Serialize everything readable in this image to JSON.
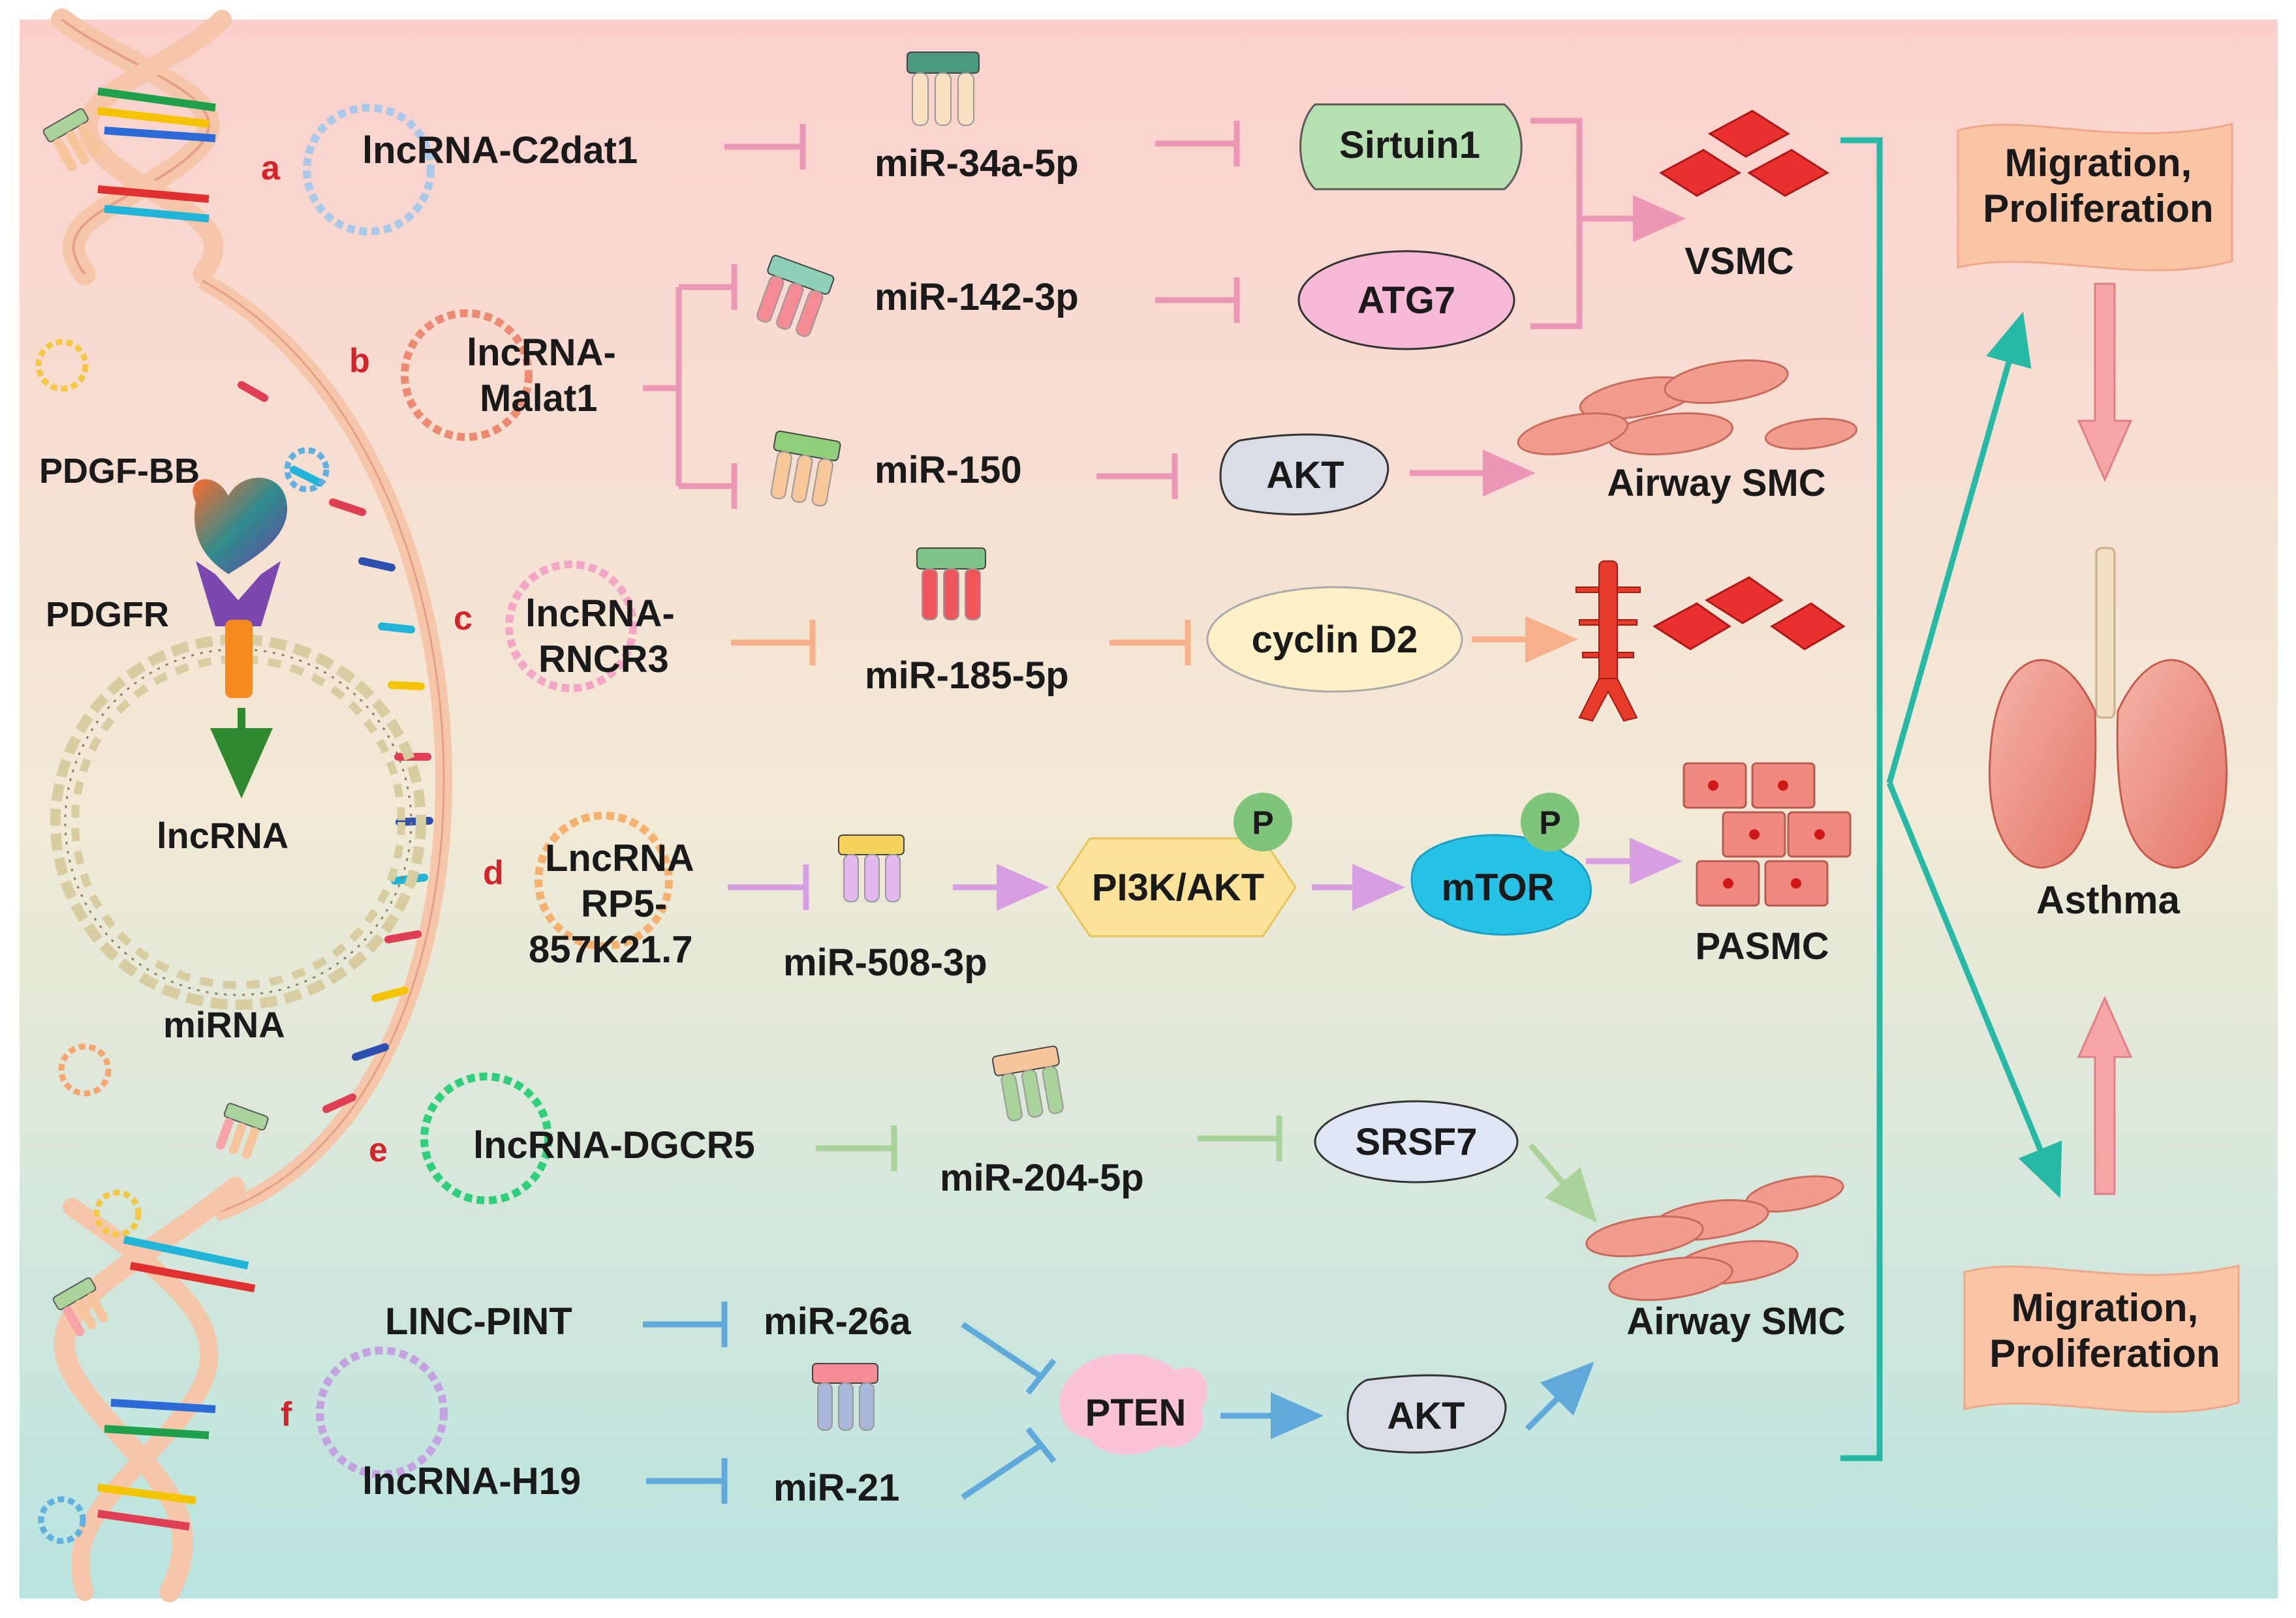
{
  "colors": {
    "bg_top": "#fbd3cf",
    "bg_mid": "#f3ecd8",
    "bg_bottom": "#bde6e2",
    "pink": "#ec97b5",
    "orange": "#f7b089",
    "violet": "#d79ee2",
    "green": "#a9d39a",
    "blue": "#5fa9db",
    "teal": "#25b9a6",
    "letter": "#d5232b",
    "smc": "#f29c8e",
    "red_cell": "#ea2f2f"
  },
  "labels": {
    "pdgf_bb": "PDGF-BB",
    "pdgfr": "PDGFR",
    "lncrna_center": "lncRNA",
    "mirna_center": "miRNA"
  },
  "rows": {
    "a": {
      "letter": "a",
      "lnc": "lncRNA-C2dat1",
      "mir": "miR-34a-5p",
      "target": "Sirtuin1"
    },
    "b": {
      "letter": "b",
      "lnc_line1": "lncRNA-",
      "lnc_line2": "Malat1",
      "mir1": "miR-142-3p",
      "target1": "ATG7",
      "mir2": "miR-150",
      "target2": "AKT",
      "cell_vsmc": "VSMC",
      "cell_airway": "Airway SMC"
    },
    "c": {
      "letter": "c",
      "lnc_line1": "lncRNA-",
      "lnc_line2": "RNCR3",
      "mir": "miR-185-5p",
      "target": "cyclin D2"
    },
    "d": {
      "letter": "d",
      "lnc_line1": "LncRNA",
      "lnc_line2": "RP5-",
      "lnc_line3": "857K21.7",
      "mir": "miR-508-3p",
      "target1": "PI3K/AKT",
      "target2": "mTOR",
      "phospho": "P",
      "cell": "PASMC"
    },
    "e": {
      "letter": "e",
      "lnc": "lncRNA-DGCR5",
      "mir": "miR-204-5p",
      "target": "SRSF7"
    },
    "f": {
      "letter": "f",
      "lnc1": "LINC-PINT",
      "lnc2": "lncRNA-H19",
      "mir1": "miR-26a",
      "mir2": "miR-21",
      "target1": "PTEN",
      "target2": "AKT",
      "cell": "Airway SMC"
    }
  },
  "outcome": {
    "top_line1": "Migration,",
    "top_line2": "Proliferation",
    "bottom_line1": "Migration,",
    "bottom_line2": "Proliferation",
    "disease": "Asthma"
  }
}
